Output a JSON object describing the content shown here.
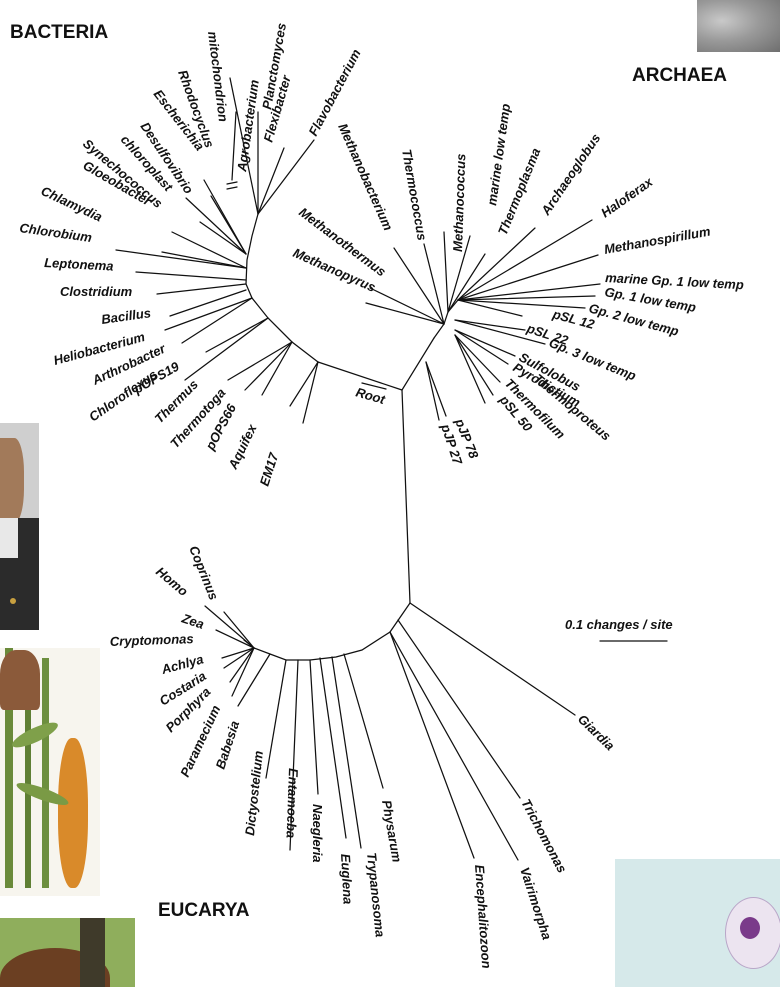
{
  "domains": {
    "bacteria": "BACTERIA",
    "archaea": "ARCHAEA",
    "eucarya": "EUCARYA"
  },
  "root_label": "Root",
  "scale": {
    "label": "0.1 changes / site",
    "value": 0.1
  },
  "bacteria_taxa": [
    "mitochondrion",
    "Planctomyces",
    "Rhodocyclus",
    "Agrobacterium",
    "Flavobacterium",
    "Flexibacter",
    "Escherichia",
    "Desulfovibrio",
    "chloroplast",
    "Synechococcus",
    "Gloeobacter",
    "Chlamydia",
    "Chlorobium",
    "Leptonema",
    "Clostridium",
    "Bacillus",
    "Heliobacterium",
    "Arthrobacter",
    "pOPS19",
    "Chloroflexus",
    "Thermus",
    "Thermotoga",
    "pOPS66",
    "Aquifex",
    "EM17"
  ],
  "archaea_taxa": [
    "Methanobacterium",
    "Thermococcus",
    "Methanococcus",
    "marine low temp",
    "Thermoplasma",
    "Archaeoglobus",
    "Haloferax",
    "Methanospirillum",
    "Methanothermus",
    "Methanopyrus",
    "marine Gp. 1 low temp",
    "Gp. 1 low temp",
    "Gp. 2 low temp",
    "pSL 12",
    "pSL 22",
    "Gp. 3 low temp",
    "Sulfolobus",
    "Pyrodictium",
    "Thermoproteus",
    "Thermofilum",
    "pSL 50",
    "pJP 78",
    "pJP 27"
  ],
  "eucarya_taxa": [
    "Coprinus",
    "Homo",
    "Zea",
    "Cryptomonas",
    "Achlya",
    "Costaria",
    "Porphyra",
    "Paramecium",
    "Babesia",
    "Dictyostelium",
    "Entamoeba",
    "Naegleria",
    "Euglena",
    "Trypanosoma",
    "Physarum",
    "Encephalitozoon",
    "Vairimorpha",
    "Trichomonas",
    "Giardia"
  ],
  "colors": {
    "ink": "#111111",
    "background": "#ffffff"
  }
}
